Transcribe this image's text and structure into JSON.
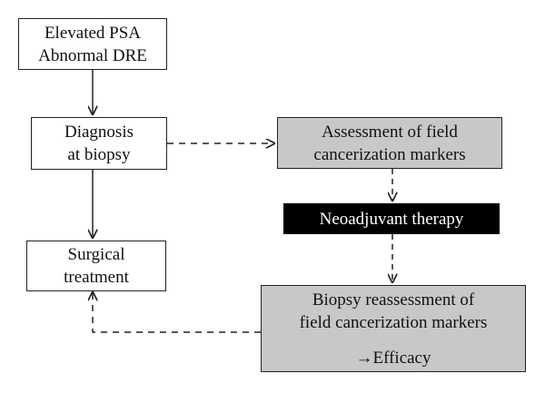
{
  "nodes": {
    "elevated_psa": {
      "lines": [
        "Elevated PSA",
        "Abnormal DRE"
      ]
    },
    "diagnosis": {
      "lines": [
        "Diagnosis",
        "at biopsy"
      ]
    },
    "assessment": {
      "lines": [
        "Assessment of field",
        "cancerization markers"
      ]
    },
    "neoadjuvant": {
      "lines": [
        "Neoadjuvant therapy"
      ]
    },
    "surgical": {
      "lines": [
        "Surgical",
        "treatment"
      ]
    },
    "biopsy_reassessment": {
      "lines": [
        "Biopsy reassessment of",
        "field cancerization markers"
      ],
      "efficacy": "→Efficacy"
    }
  },
  "colors": {
    "box_border": "#222222",
    "gray_fill": "#c8c8c8",
    "black_fill": "#000000",
    "arrow": "#222222"
  }
}
